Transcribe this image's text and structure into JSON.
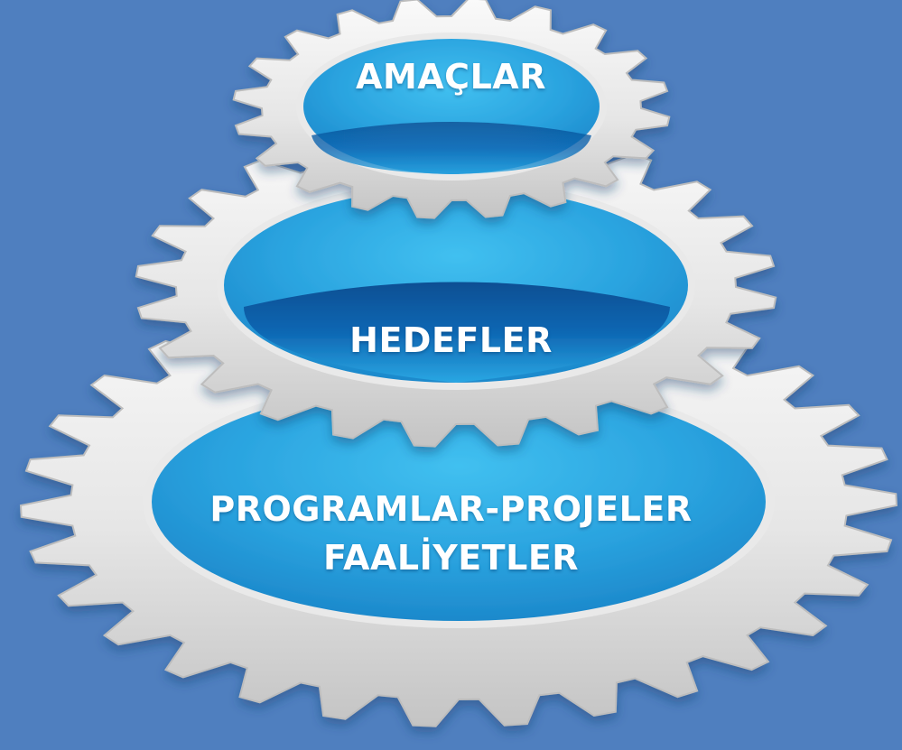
{
  "levels": {
    "top": {
      "label": "AMAÇLAR"
    },
    "middle": {
      "label": "HEDEFLER"
    },
    "bottom": {
      "line1": "PROGRAMLAR-PROJELER",
      "line2": "FAALİYETLER"
    }
  },
  "colors": {
    "background": "#4f7fbf",
    "gear_light": "#f2f2f2",
    "gear_shadow": "#b9b9b9",
    "pool_light": "#33b5ea",
    "pool_dark": "#0a5fa8",
    "text": "#ffffff"
  }
}
